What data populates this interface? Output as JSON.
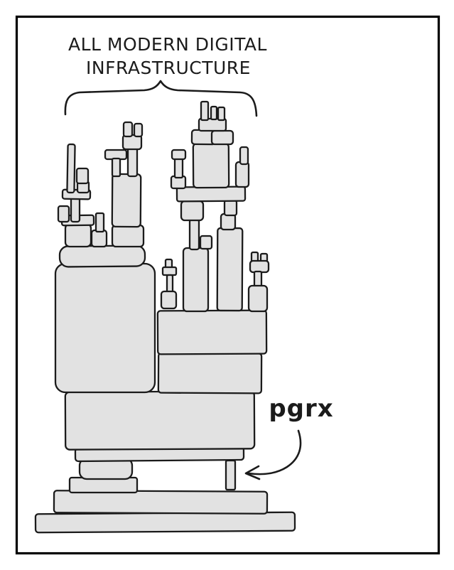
{
  "comic": {
    "caption": {
      "line1": "ALL MODERN DIGITAL",
      "line2": "INFRASTRUCTURE"
    },
    "dependency_label": "pgrx"
  },
  "colors": {
    "ink": "#1b1b1b",
    "block_fill": "#e2e2e2",
    "background": "#ffffff",
    "frame": "#000000"
  }
}
